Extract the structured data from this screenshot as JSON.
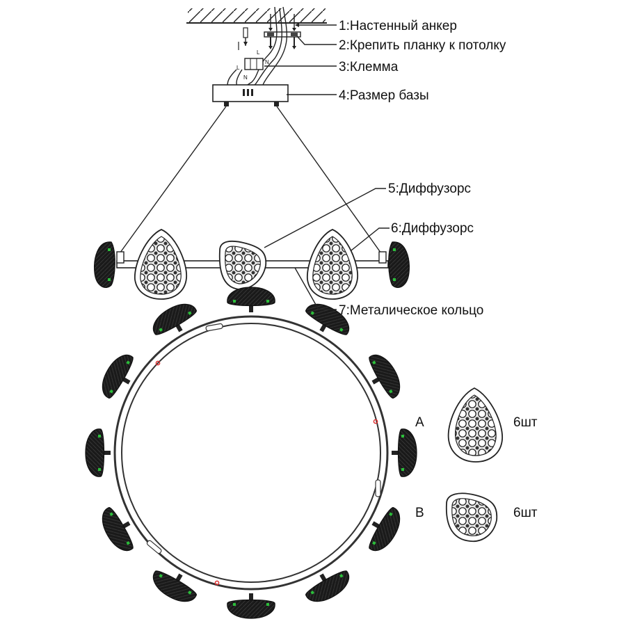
{
  "callouts": [
    {
      "id": "1",
      "text": "1:Настенный анкер"
    },
    {
      "id": "2",
      "text": "2:Крепить планку к потолку"
    },
    {
      "id": "3",
      "text": "3:Клемма"
    },
    {
      "id": "4",
      "text": "4:Размер базы"
    },
    {
      "id": "5",
      "text": "5:Диффузорс"
    },
    {
      "id": "6",
      "text": "6:Диффузорс"
    },
    {
      "id": "7",
      "text": "7:Металическое кольцо"
    }
  ],
  "parts": [
    {
      "letter": "A",
      "quantity": "6шт",
      "shape": "teardrop-diffuser"
    },
    {
      "letter": "B",
      "quantity": "6шт",
      "shape": "rounded-triangle-diffuser"
    }
  ],
  "wire_labels": {
    "live": "L",
    "neutral": "N"
  },
  "colors": {
    "line": "#222222",
    "fill_dark": "#1c1c1c",
    "clip_green": "#2bbf3a",
    "marker_red": "#e03030"
  }
}
